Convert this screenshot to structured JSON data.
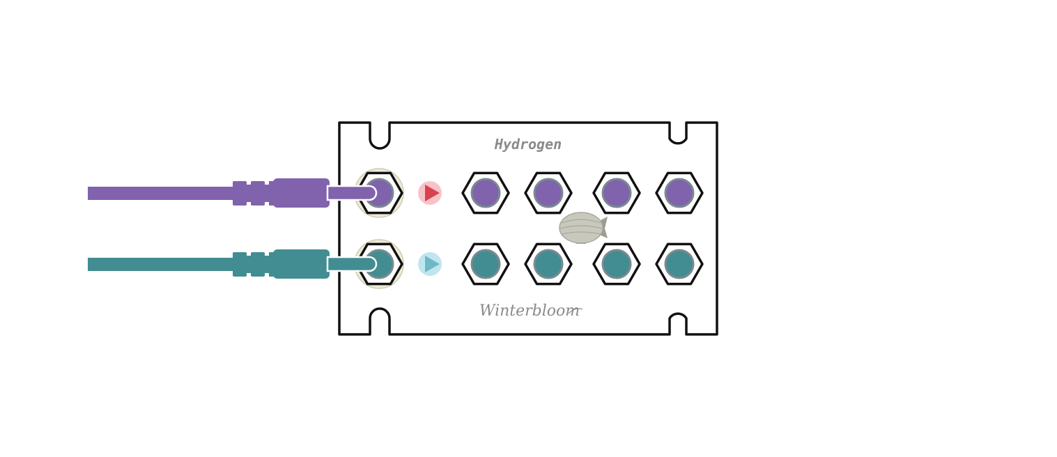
{
  "module": {
    "title": "Hydrogen",
    "brand": "Winterbloom",
    "colors": {
      "panel_fill": "#ffffff",
      "panel_stroke": "#111111",
      "title": "#8a8a8a",
      "brand": "#8a8a8a",
      "purple": "#8062ad",
      "teal": "#418d92",
      "jack_ring": "#7a8a90",
      "socket_halo": "#ecead8",
      "socket_halo_stroke": "#cfcbb0",
      "arrow_red": "#d9414f",
      "arrow_red_bg": "#f7c3c9",
      "arrow_blue": "#6fb8c6",
      "arrow_blue_bg": "#bfe6ee",
      "blimp": "#c9c8bd"
    },
    "rows": [
      {
        "name": "top-row",
        "color_key": "purple",
        "input": {
          "patched": true
        },
        "arrow": "red",
        "outputs": 4
      },
      {
        "name": "bottom-row",
        "color_key": "teal",
        "input": {
          "patched": true
        },
        "arrow": "blue",
        "outputs": 4
      }
    ]
  },
  "cables": [
    {
      "name": "purple-cable",
      "color_key": "purple",
      "row": 0
    },
    {
      "name": "teal-cable",
      "color_key": "teal",
      "row": 1
    }
  ]
}
